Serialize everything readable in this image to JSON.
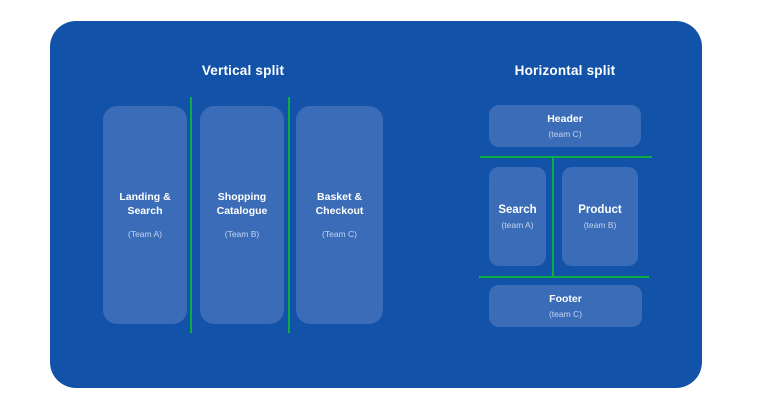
{
  "colors": {
    "card_bg": "#1252a8",
    "panel_bg": "#3a6cb8",
    "divider_green": "#0bae43",
    "title_text": "#ffffff",
    "team_text": "#c5d4ef"
  },
  "sections": {
    "vertical_split": {
      "title": "Vertical split",
      "panels": [
        {
          "title": "Landing &\nSearch",
          "team": "(Team A)"
        },
        {
          "title": "Shopping\nCatalogue",
          "team": "(Team B)"
        },
        {
          "title": "Basket &\nCheckout",
          "team": "(Team C)"
        }
      ]
    },
    "horizontal_split": {
      "title": "Horizontal split",
      "header": {
        "title": "Header",
        "team": "(team C)"
      },
      "search": {
        "title": "Search",
        "team": "(team A)"
      },
      "product": {
        "title": "Product",
        "team": "(team B)"
      },
      "footer": {
        "title": "Footer",
        "team": "(team C)"
      }
    }
  }
}
